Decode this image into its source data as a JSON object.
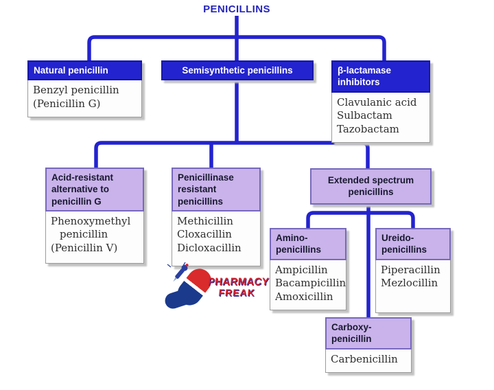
{
  "title": "PENICILLINS",
  "nodes": {
    "natural": {
      "header": "Natural penicillin",
      "items": [
        "Benzyl penicillin",
        "(Penicillin G)"
      ]
    },
    "semisynthetic": {
      "header": "Semisynthetic penicillins"
    },
    "blactamase": {
      "header": "β-lactamase inhibitors",
      "items": [
        "Clavulanic acid",
        "Sulbactam",
        "Tazobactam"
      ]
    },
    "acid": {
      "header": "Acid-resistant alternative to penicillin G",
      "items": [
        "Phenoxymethyl",
        "penicillin",
        "(Penicillin V)"
      ]
    },
    "penicillinase": {
      "header": "Penicillinase resistant penicillins",
      "items": [
        "Methicillin",
        "Cloxacillin",
        "Dicloxacillin"
      ]
    },
    "extended": {
      "header": "Extended spectrum penicillins"
    },
    "amino": {
      "header": "Amino-penicillins",
      "items": [
        "Ampicillin",
        "Bacampicillin",
        "Amoxicillin"
      ]
    },
    "ureido": {
      "header": "Ureido-penicillins",
      "items": [
        "Piperacillin",
        "Mezlocillin"
      ]
    },
    "carboxy": {
      "header": "Carboxy-penicillin",
      "items": [
        "Carbenicillin"
      ]
    }
  },
  "logo": {
    "line1": "PHARMACY",
    "line2": "FREAK"
  },
  "colors": {
    "connector_blue": "#2323cf",
    "blue_header_bg": "#2323cf",
    "blue_header_border": "#1717a6",
    "blue_header_text": "#ffffff",
    "lavender_header_bg": "#c9b3ea",
    "lavender_header_border": "#7668bd",
    "lavender_header_text": "#18182f",
    "body_bg": "#fdfdfd",
    "body_border": "#9b9b9b",
    "body_text": "#2e2e2e",
    "title_text": "#2525bd",
    "logo_red": "#d6252b",
    "logo_blue": "#1b3a8c",
    "shadow": "#c2c2c2"
  }
}
